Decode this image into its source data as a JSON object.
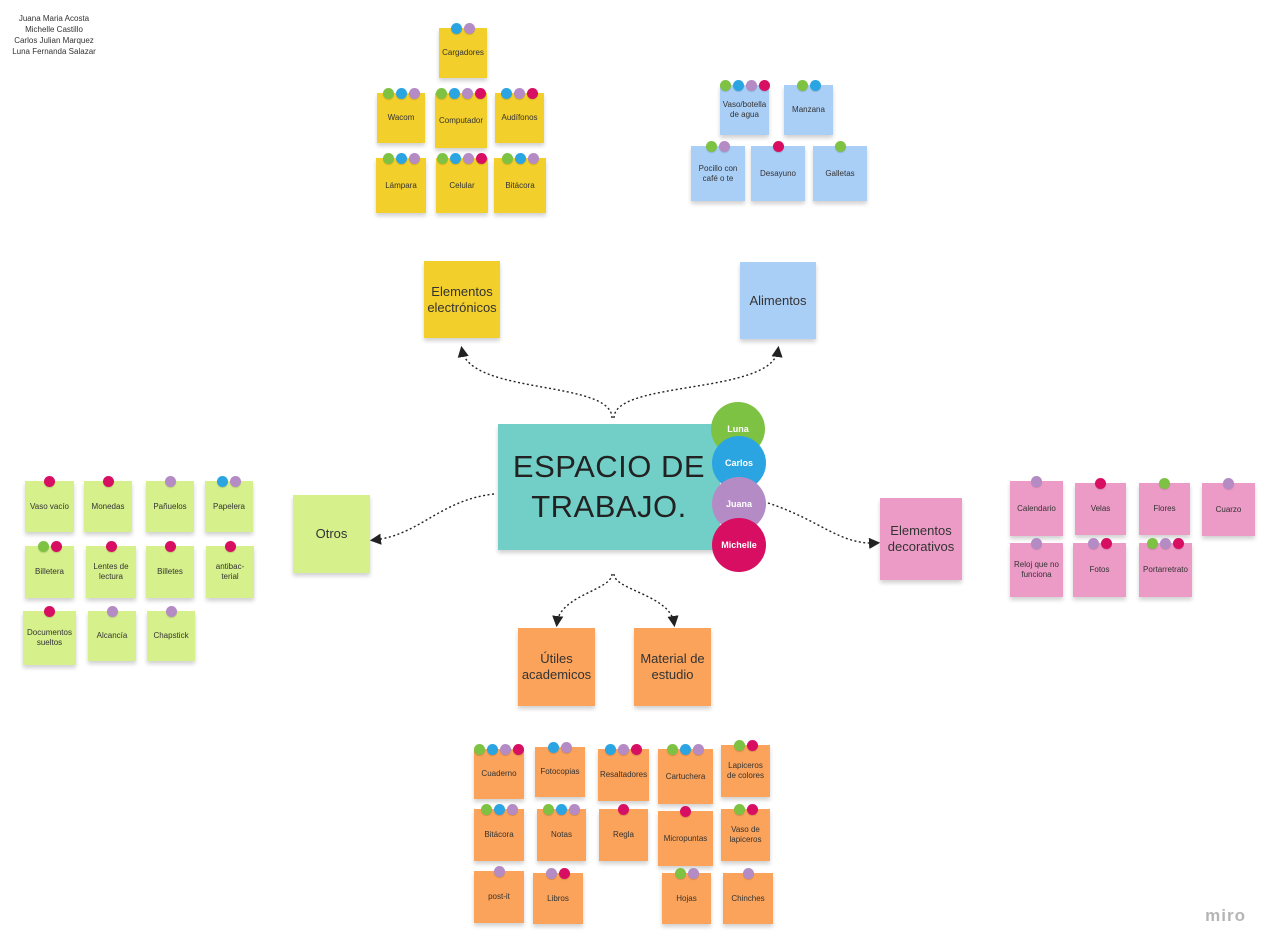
{
  "authors": [
    "Juana Maria Acosta",
    "Michelle Castillo",
    "Carlos Julian Marquez",
    "Luna Fernanda Salazar"
  ],
  "colors": {
    "luna": "#7dc242",
    "carlos": "#2ba5e2",
    "juana": "#b48bc4",
    "michelle": "#d80e62"
  },
  "center": {
    "title": "ESPACIO DE TRABAJO.",
    "people": [
      "Luna",
      "Carlos",
      "Juana",
      "Michelle"
    ]
  },
  "categories": {
    "electronics": "Elementos electrónicos",
    "food": "Alimentos",
    "others": "Otros",
    "decor": "Elementos decorativos",
    "academic": "Útiles academicos",
    "study": "Material de estudio"
  },
  "electronics_items": [
    {
      "label": "Cargadores",
      "dots": [
        "carlos",
        "juana"
      ]
    },
    {
      "label": "Wacom",
      "dots": [
        "luna",
        "carlos",
        "juana"
      ]
    },
    {
      "label": "Computador",
      "dots": [
        "luna",
        "carlos",
        "juana",
        "michelle"
      ]
    },
    {
      "label": "Audífonos",
      "dots": [
        "carlos",
        "juana",
        "michelle"
      ]
    },
    {
      "label": "Lámpara",
      "dots": [
        "luna",
        "carlos",
        "juana"
      ]
    },
    {
      "label": "Celular",
      "dots": [
        "luna",
        "carlos",
        "juana",
        "michelle"
      ]
    },
    {
      "label": "Bitácora",
      "dots": [
        "luna",
        "carlos",
        "juana"
      ]
    }
  ],
  "food_items": [
    {
      "label": "Vaso/botella de agua",
      "dots": [
        "luna",
        "carlos",
        "juana",
        "michelle"
      ]
    },
    {
      "label": "Manzana",
      "dots": [
        "luna",
        "carlos"
      ]
    },
    {
      "label": "Pocillo con café o te",
      "dots": [
        "luna",
        "juana"
      ]
    },
    {
      "label": "Desayuno",
      "dots": [
        "michelle"
      ]
    },
    {
      "label": "Galletas",
      "dots": [
        "luna"
      ]
    }
  ],
  "other_items": [
    {
      "label": "Vaso vacío",
      "dots": [
        "michelle"
      ]
    },
    {
      "label": "Monedas",
      "dots": [
        "michelle"
      ]
    },
    {
      "label": "Pañuelos",
      "dots": [
        "juana"
      ]
    },
    {
      "label": "Papelera",
      "dots": [
        "carlos",
        "juana"
      ]
    },
    {
      "label": "Billetera",
      "dots": [
        "luna",
        "michelle"
      ]
    },
    {
      "label": "Lentes de lectura",
      "dots": [
        "michelle"
      ]
    },
    {
      "label": "Billetes",
      "dots": [
        "michelle"
      ]
    },
    {
      "label": "antibac-terial",
      "dots": [
        "michelle"
      ]
    },
    {
      "label": "Documentos sueltos",
      "dots": [
        "michelle"
      ]
    },
    {
      "label": "Alcancía",
      "dots": [
        "juana"
      ]
    },
    {
      "label": "Chapstick",
      "dots": [
        "juana"
      ]
    }
  ],
  "decor_items": [
    {
      "label": "Calendario",
      "dots": [
        "juana"
      ]
    },
    {
      "label": "Velas",
      "dots": [
        "michelle"
      ]
    },
    {
      "label": "Flores",
      "dots": [
        "luna"
      ]
    },
    {
      "label": "Cuarzo",
      "dots": [
        "juana"
      ]
    },
    {
      "label": "Reloj que no funciona",
      "dots": [
        "juana"
      ]
    },
    {
      "label": "Fotos",
      "dots": [
        "juana",
        "michelle"
      ]
    },
    {
      "label": "Portarretrato",
      "dots": [
        "luna",
        "juana",
        "michelle"
      ]
    }
  ],
  "academic_items": [
    {
      "label": "Cuaderno",
      "dots": [
        "luna",
        "carlos",
        "juana",
        "michelle"
      ]
    },
    {
      "label": "Fotocopias",
      "dots": [
        "carlos",
        "juana"
      ]
    },
    {
      "label": "Resaltadores",
      "dots": [
        "carlos",
        "juana",
        "michelle"
      ]
    },
    {
      "label": "Cartuchera",
      "dots": [
        "luna",
        "carlos",
        "juana"
      ]
    },
    {
      "label": "Lapiceros de colores",
      "dots": [
        "luna",
        "michelle"
      ]
    },
    {
      "label": "Bitácora",
      "dots": [
        "luna",
        "carlos",
        "juana"
      ]
    },
    {
      "label": "Notas",
      "dots": [
        "luna",
        "carlos",
        "juana"
      ]
    },
    {
      "label": "Regla",
      "dots": [
        "michelle"
      ]
    },
    {
      "label": "Micropuntas",
      "dots": [
        "michelle"
      ]
    },
    {
      "label": "Vaso de lapiceros",
      "dots": [
        "luna",
        "michelle"
      ]
    },
    {
      "label": "post-it",
      "dots": [
        "juana"
      ]
    },
    {
      "label": "Libros",
      "dots": [
        "juana",
        "michelle"
      ]
    },
    {
      "label": "Hojas",
      "dots": [
        "luna",
        "juana"
      ]
    },
    {
      "label": "Chinches",
      "dots": [
        "juana"
      ]
    }
  ],
  "brand": "miro"
}
